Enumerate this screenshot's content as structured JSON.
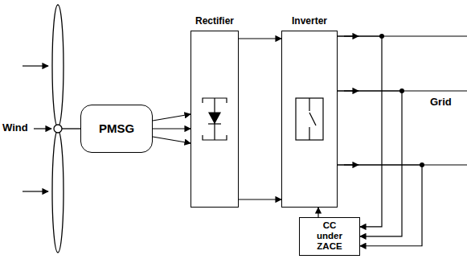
{
  "diagram": {
    "nodes": [
      {
        "text": [
          "PMSG"
        ]
      },
      {
        "text": [
          "Rectifier"
        ]
      },
      {
        "text": [
          "Inverter"
        ]
      },
      {
        "text": [
          "CC under ZACE"
        ]
      }
    ],
    "edges": [
      {
        "from": 0,
        "to": 1,
        "arrow": "to"
      },
      {
        "from": 1,
        "to": 2,
        "arrow": "to"
      },
      {
        "from": 3,
        "to": 2,
        "arrow": "to"
      },
      {
        "from": 2,
        "to": 3,
        "arrow": "to"
      }
    ],
    "labels": [
      "Wind",
      "Grid"
    ]
  }
}
